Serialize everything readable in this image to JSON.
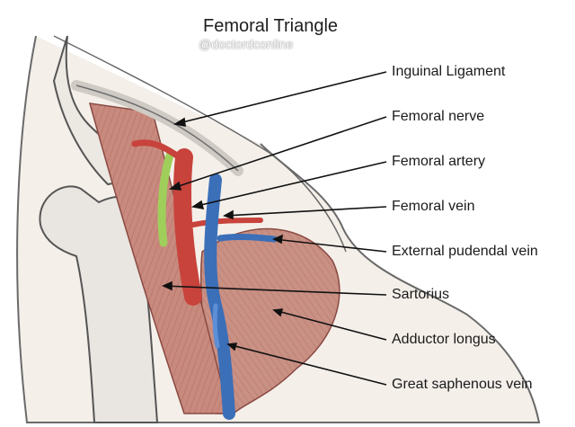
{
  "title": "Femoral Triangle",
  "watermark": "@doctordconline",
  "labels": [
    "Inguinal Ligament",
    "Femoral nerve",
    "Femoral artery",
    "Femoral vein",
    "External pudendal vein",
    "Sartorius",
    "Adductor longus",
    "Great saphenous vein"
  ],
  "colors": {
    "muscle": "#c88a7e",
    "muscle_dark": "#a8584d",
    "artery": "#c8433c",
    "vein": "#3b6fb8",
    "nerve": "#9fcf5a",
    "bone": "#e9e5e0",
    "outline": "#555555"
  }
}
